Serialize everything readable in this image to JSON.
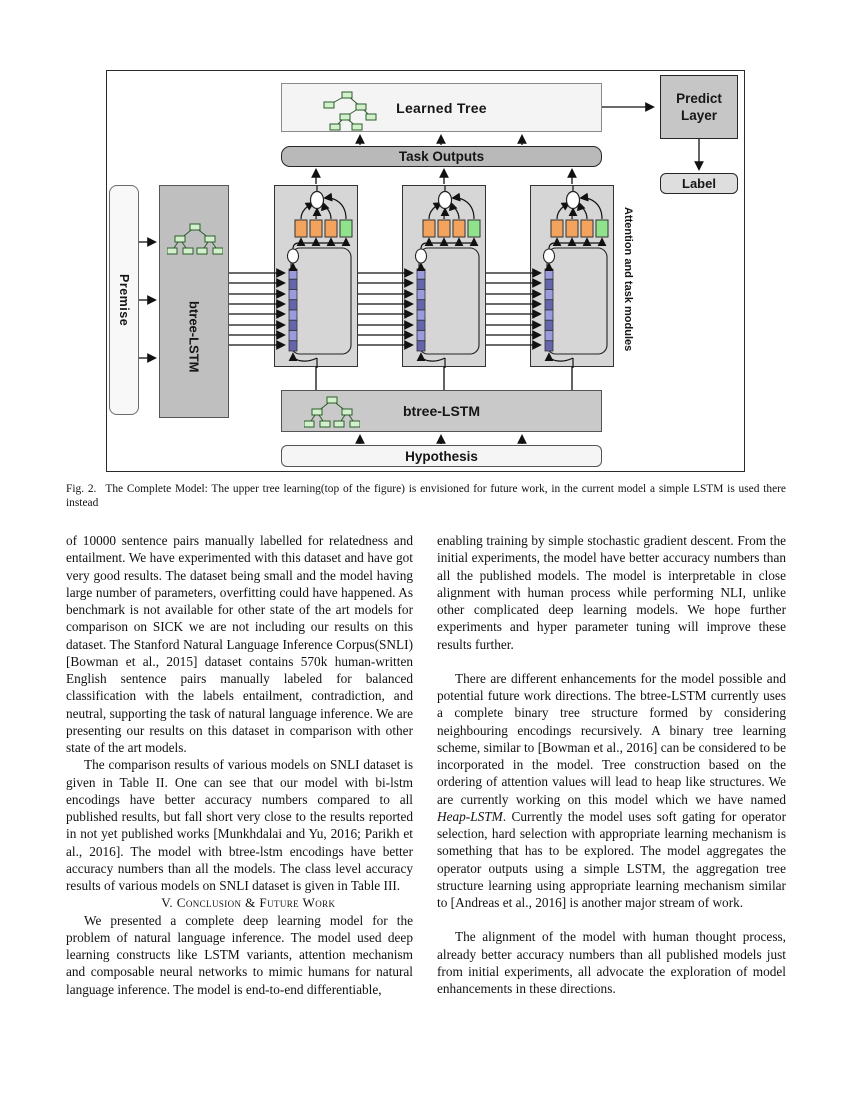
{
  "figure": {
    "labels": {
      "learned_tree": "Learned Tree",
      "task_outputs": "Task Outputs",
      "predict_layer": "Predict Layer",
      "label": "Label",
      "premise": "Premise",
      "btree_lstm_left": "btree-LSTM",
      "btree_lstm_bottom": "btree-LSTM",
      "hypothesis": "Hypothesis",
      "attention_modules": "Attention and task modules"
    },
    "colors": {
      "attention_op_box": "#f2a45e",
      "attention_task_box": "#90e38c",
      "encoding_bar_light": "#9a9ade",
      "encoding_bar_dark": "#6565ae",
      "tree_node": "#d2f0cc",
      "module_bg": "#d6d6d6"
    },
    "caption_label": "Fig. 2.",
    "caption_text": "The Complete Model: The upper tree learning(top of the figure) is envisioned for future work, in the current model a simple LSTM is used there instead"
  },
  "columns": {
    "left": {
      "p1": "of 10000 sentence pairs manually labelled for relatedness and entailment. We have experimented with this dataset and have got very good results. The dataset being small and the model having large number of parameters, overfitting could have happened. As benchmark is not available for other state of the art models for comparison on SICK we are not including our results on this dataset. The Stanford Natural Language Inference Corpus(SNLI) [Bowman et al., 2015] dataset contains 570k human-written English sentence pairs manually labeled for balanced classification with the labels entailment, contradiction, and neutral, supporting the task of natural language inference. We are presenting our results on this dataset in comparison with other state of the art models.",
      "p2": "The comparison results of various models on SNLI dataset is given in Table II. One can see that our model with bi-lstm encodings have better accuracy numbers compared to all published results, but fall short very close to the results reported in not yet published works [Munkhdalai and Yu, 2016; Parikh et al., 2016]. The model with btree-lstm encodings have better accuracy numbers than all the models. The class level accuracy results of various models on SNLI dataset is given in Table III.",
      "heading": "V. Conclusion & Future Work",
      "p3": "We presented a complete deep learning model for the problem of natural language inference. The model used deep learning constructs like LSTM variants, attention mechanism and composable neural networks to mimic humans for natural language inference. The model is end-to-end differentiable,"
    },
    "right": {
      "p1": "enabling training by simple stochastic gradient descent. From the initial experiments, the model have better accuracy numbers than all the published models. The model is interpretable in close alignment with human process while performing NLI, unlike other complicated deep learning models. We hope further experiments and hyper parameter tuning will improve these results further.",
      "p2a": "There are different enhancements for the model possible and potential future work directions. The btree-LSTM currently uses a complete binary tree structure formed by considering neighbouring encodings recursively. A binary tree learning scheme, similar to [Bowman et al., 2016] can be considered to be incorporated in the model. Tree construction based on the ordering of attention values will lead to heap like structures. We are currently working on this model which we have named ",
      "p2_italic": "Heap-LSTM",
      "p2b": ". Currently the model uses soft gating for operator selection, hard selection with appropriate learning mechanism is something that has to be explored. The model aggregates the operator outputs using a simple LSTM, the aggregation tree structure learning using appropriate learning mechanism similar to [Andreas et al., 2016] is another major stream of work.",
      "p3": "The alignment of the model with human thought process, already better accuracy numbers than all published models just from initial experiments, all advocate the exploration of model enhancements in these directions."
    }
  }
}
